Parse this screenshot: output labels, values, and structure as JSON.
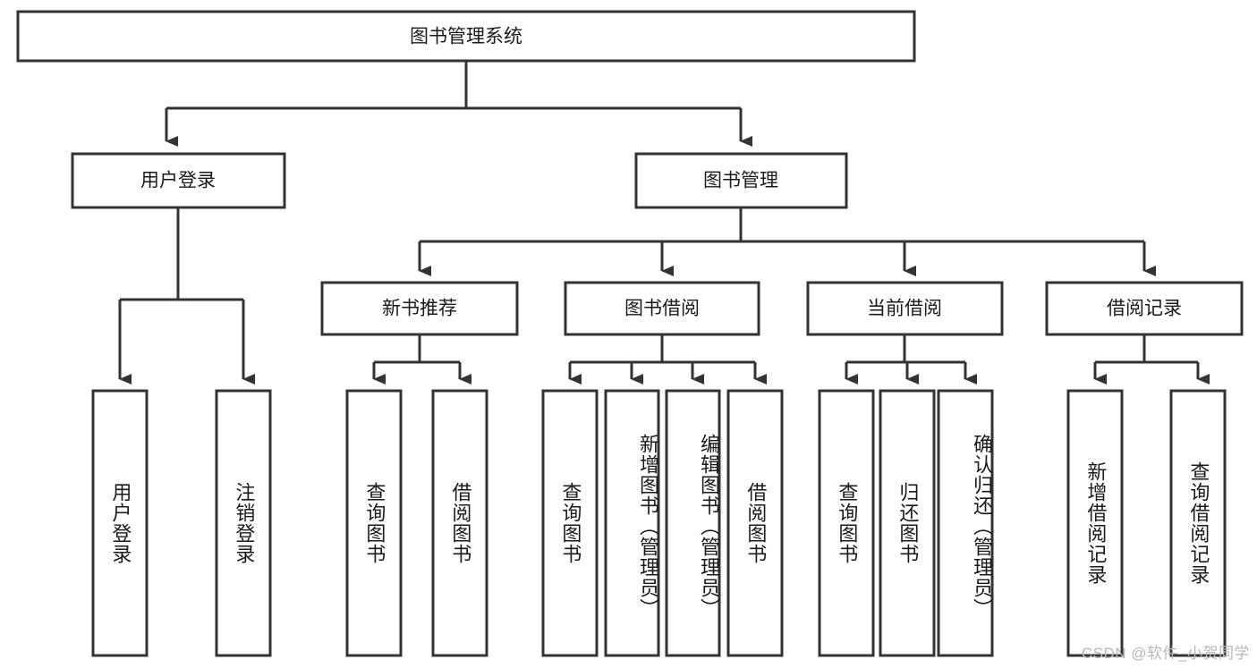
{
  "diagram": {
    "type": "tree",
    "title": "图书管理系统",
    "watermark": "CSDN @软件_小贺同学",
    "root": {
      "id": "root",
      "label": "图书管理系统",
      "orientation": "horizontal"
    },
    "level1": [
      {
        "id": "user-login",
        "label": "用户登录",
        "orientation": "horizontal"
      },
      {
        "id": "book-manage",
        "label": "图书管理",
        "orientation": "horizontal"
      }
    ],
    "level2": [
      {
        "id": "new-book-recommend",
        "label": "新书推荐",
        "parent": "book-manage",
        "orientation": "horizontal"
      },
      {
        "id": "book-borrow",
        "label": "图书借阅",
        "parent": "book-manage",
        "orientation": "horizontal"
      },
      {
        "id": "current-borrow",
        "label": "当前借阅",
        "parent": "book-manage",
        "orientation": "horizontal"
      },
      {
        "id": "borrow-record",
        "label": "借阅记录",
        "parent": "book-manage",
        "orientation": "horizontal"
      }
    ],
    "leaves": [
      {
        "id": "leaf-user-login",
        "label": "用户登录",
        "parent": "user-login",
        "orientation": "vertical"
      },
      {
        "id": "leaf-logout-login",
        "label": "注销登录",
        "parent": "user-login",
        "orientation": "vertical"
      },
      {
        "id": "leaf-query-book-1",
        "label": "查询图书",
        "parent": "new-book-recommend",
        "orientation": "vertical"
      },
      {
        "id": "leaf-borrow-book-1",
        "label": "借阅图书",
        "parent": "new-book-recommend",
        "orientation": "vertical"
      },
      {
        "id": "leaf-query-book-2",
        "label": "查询图书",
        "parent": "book-borrow",
        "orientation": "vertical"
      },
      {
        "id": "leaf-add-book",
        "label": "新增图书（管理员）",
        "parent": "book-borrow",
        "orientation": "vertical"
      },
      {
        "id": "leaf-edit-book",
        "label": "编辑图书（管理员）",
        "parent": "book-borrow",
        "orientation": "vertical"
      },
      {
        "id": "leaf-borrow-book-2",
        "label": "借阅图书",
        "parent": "book-borrow",
        "orientation": "vertical"
      },
      {
        "id": "leaf-query-book-3",
        "label": "查询图书",
        "parent": "current-borrow",
        "orientation": "vertical"
      },
      {
        "id": "leaf-return-book",
        "label": "归还图书",
        "parent": "current-borrow",
        "orientation": "vertical"
      },
      {
        "id": "leaf-confirm-return",
        "label": "确认归还（管理员）",
        "parent": "current-borrow",
        "orientation": "vertical"
      },
      {
        "id": "leaf-add-record",
        "label": "新增借阅记录",
        "parent": "borrow-record",
        "orientation": "vertical"
      },
      {
        "id": "leaf-query-record",
        "label": "查询借阅记录",
        "parent": "borrow-record",
        "orientation": "vertical"
      }
    ],
    "colors": {
      "stroke": "#333333",
      "fill": "#ffffff",
      "text": "#1a1a1a",
      "watermark": "#b8b8b8"
    }
  }
}
